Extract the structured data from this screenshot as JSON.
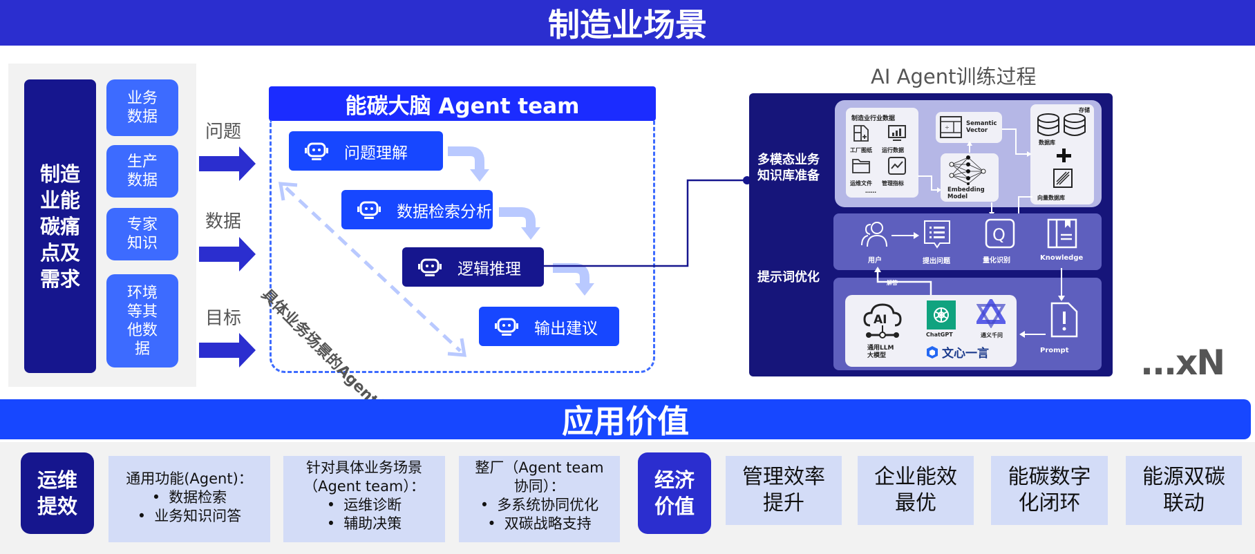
{
  "top_banner": {
    "title": "制造业场景"
  },
  "left": {
    "pain_points": "制造业能碳痛点及需求",
    "data_sources": [
      "业务数据",
      "生产数据",
      "专家知识",
      "环境等其他数据"
    ],
    "inputs": [
      "问题",
      "数据",
      "目标"
    ]
  },
  "agent_team": {
    "title": "能碳大脑 Agent team",
    "agents": [
      {
        "label": "问题理解",
        "icon": "robot-icon"
      },
      {
        "label": "数据检索分析",
        "icon": "robot-icon"
      },
      {
        "label": "逻辑推理",
        "icon": "robot-icon"
      },
      {
        "label": "输出建议",
        "icon": "robot-icon"
      }
    ],
    "diagonal_label": "具体业务场景的Agent协同"
  },
  "training": {
    "title": "AI Agent训练过程",
    "stage1": "多模态业务知识库准备",
    "stage2": "提示词优化",
    "industry_data": {
      "title": "制造业行业数据",
      "items": [
        "工厂图纸",
        "运行数据",
        "运维文件",
        "管理指标"
      ],
      "more": "……"
    },
    "semantic_vector": "Semantic Vector",
    "embedding_model": "Embedding Model",
    "storage": {
      "title": "存储",
      "db": "数据库",
      "vector_db": "向量数据库"
    },
    "flow": [
      "用户",
      "提出问题",
      "量化识别",
      "Knowledge"
    ],
    "answer_label": "解答",
    "llm": {
      "label": "通用LLM大模型",
      "models": [
        "ChatGPT",
        "通义千问",
        "文心一言"
      ]
    },
    "prompt": "Prompt",
    "multiplier": "...xN"
  },
  "value_banner": {
    "title": "应用价值"
  },
  "ops": {
    "badge": "运维提效",
    "cards": [
      {
        "title": "通用功能(Agent)：",
        "bullets": [
          "数据检索",
          "业务知识问答"
        ]
      },
      {
        "title": "针对具体业务场景（Agent team）：",
        "bullets": [
          "运维诊断",
          "辅助决策"
        ]
      },
      {
        "title": "整厂（Agent team协同）：",
        "bullets": [
          "多系统协同优化",
          "双碳战略支持"
        ]
      }
    ]
  },
  "econ": {
    "badge": "经济价值",
    "cards": [
      "管理效率提升",
      "企业能效最优",
      "能碳数字化闭环",
      "能源双碳联动"
    ]
  },
  "colors": {
    "banner": "#2b2ecf",
    "navy": "#16168e",
    "blue": "#1747ff",
    "pill": "#3d6bff",
    "card": "#d3dcf7"
  }
}
